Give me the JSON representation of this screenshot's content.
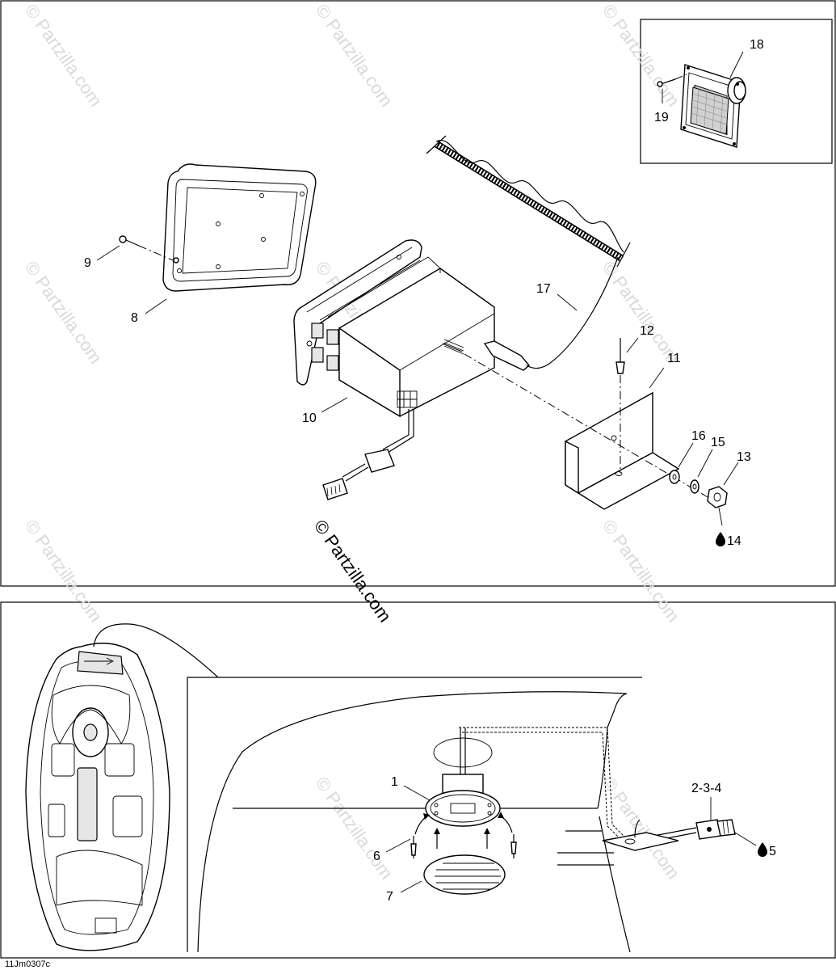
{
  "watermark": {
    "text": "© Partzilla.com",
    "center_text": "© Partzilla.com"
  },
  "footer": {
    "figure_code": "11Jm0307c"
  },
  "callouts": {
    "c1": "1",
    "c234": "2-3-4",
    "c5": "5",
    "c6": "6",
    "c7": "7",
    "c8": "8",
    "c9": "9",
    "c10": "10",
    "c11": "11",
    "c12": "12",
    "c13": "13",
    "c14": "14",
    "c15": "15",
    "c16": "16",
    "c17": "17",
    "c18": "18",
    "c19": "19"
  },
  "icons": {
    "drop_icon": "oil-drop-icon"
  }
}
